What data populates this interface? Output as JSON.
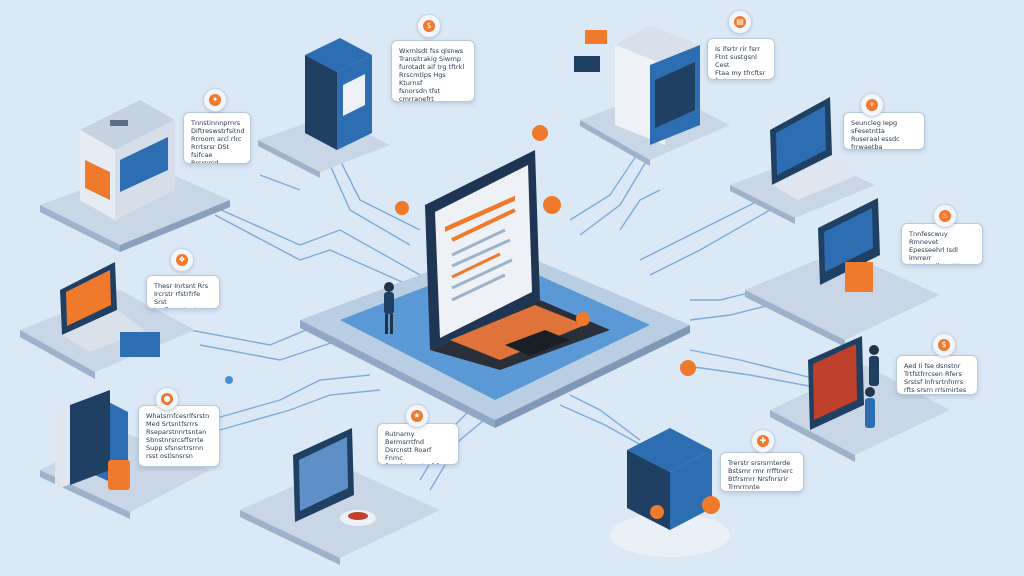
{
  "scene": {
    "colors": {
      "background": "#dbe9f6",
      "platform": "#c8d6e6",
      "platform_side": "#9eb2c9",
      "device_dark": "#1f3f63",
      "device_blue": "#2d6db1",
      "accent": "#ef7a2b",
      "line": "#6fa0d6"
    }
  },
  "notes": [
    {
      "id": "note-top-center",
      "text": "Wxrnlsdt fss qlsnws\nTransitrakig Siwrnp\nfurotadt aif trg tftrkl\nRrscmtlps Hgs Kturnsf\nfsnorsdn tfst cmrranefrt\nstrstnfnrst stlsrontebs",
      "icon": "dollar-icon"
    },
    {
      "id": "note-top-right",
      "text": "Is ifsrtr rir fsrr\nFtnt sustgsnl Cest\nFtaa my tfrcftsr fsst\nsfrstsxt rsrstnrfsts",
      "icon": "chart-icon"
    },
    {
      "id": "note-left-top",
      "text": "Tnnstinnnprnrs\nDiftreswstrfsitnd\nRrroom arcl rlrc\nRrrtsrsr DSt fsifcae\nRrsrnrsd",
      "icon": "bulb-icon"
    },
    {
      "id": "note-right-top",
      "text": "Seuncleg Iepg sFesetntta\nRuseraal essdc frrwaetba\nEtstt mnrtafc crfcerfts\nBnt Fbaerstnnutetsa",
      "icon": "sparkle-icon"
    },
    {
      "id": "note-right-mid",
      "text": "Tnnfescwuy Rmnevet\nEpesseehrl Isdl lmrrerr\nIrmstnsrilrrsattt\nsitstrg ttfacerrst",
      "icon": "flame-icon"
    },
    {
      "id": "note-left-mid",
      "text": "Thesr Inrtsnt Rrs\nIrcrstr rfstrfrfe\nSrst tncfhrsnstsntn",
      "icon": "gift-icon"
    },
    {
      "id": "note-right-low",
      "text": "Aed Ii fse dsnstnr\nTrtfstfrrcsen Rfers\nSrstsf lnfrsrtnfnrrs\nrfts srsrn rrlsmirtes",
      "icon": "money-icon"
    },
    {
      "id": "note-left-low",
      "text": "Whatsrnfcesrlfsrstn\nMed Srtsntfsrrrs\nRseparstnnrtsntan\nSbnstnrsrcsffsrrte\nSupp sfsnsrtrsrnn\nrsst ostlsnsrsn",
      "icon": "tag-icon"
    },
    {
      "id": "note-bottom-center",
      "text": "Rutnarny Bermsrrtfnd\nDsrcnstt Roarf Fnmc\nBrsrd tsrrcrtrr frfcr\nsnr tsrrsfrfrsnte",
      "icon": "star-icon"
    },
    {
      "id": "note-bottom-right",
      "text": "Trerstr srsrsrnterde\nBstsmr rmr rrfftnerc\nBtfrsrnrr Nrsfnrsrir\nTrmrrnnte Fnsmrretsi",
      "icon": "puzzle-icon"
    }
  ]
}
